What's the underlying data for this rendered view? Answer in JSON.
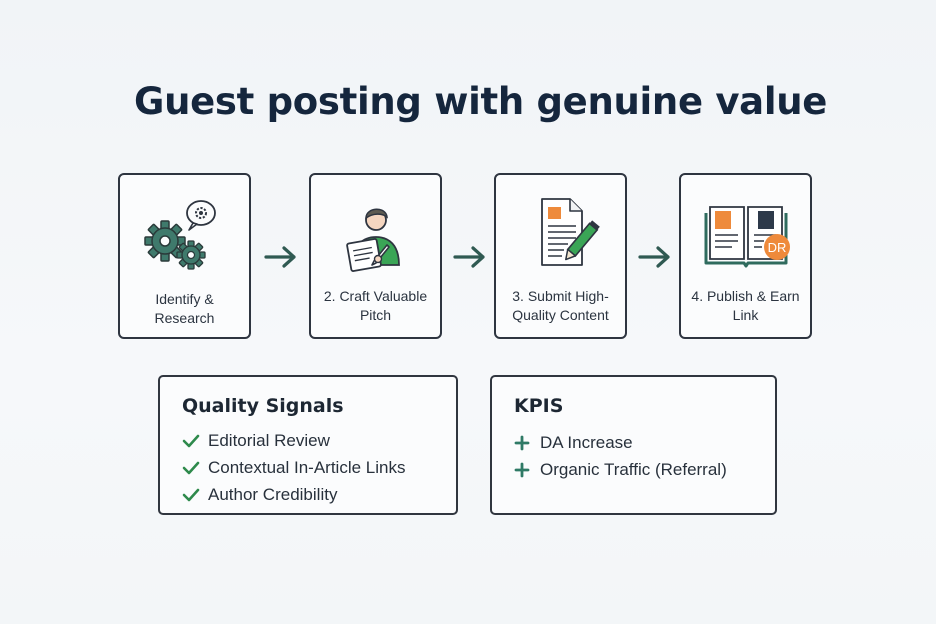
{
  "title": "Guest posting with genuine value",
  "steps": [
    {
      "label": "Identify & Research",
      "icon": "gears-thought-icon"
    },
    {
      "label": "2. Craft Valuable Pitch",
      "icon": "person-writing-icon"
    },
    {
      "label": "3. Submit High-Quality Content",
      "icon": "document-pencil-icon"
    },
    {
      "label": "4. Publish & Earn Link",
      "icon": "open-book-icon",
      "badge": "DR"
    }
  ],
  "quality_signals": {
    "heading": "Quality Signals",
    "items": [
      "Editorial Review",
      "Contextual In-Article Links",
      "Author Credibility"
    ]
  },
  "kpis": {
    "heading": "KPIS",
    "items": [
      "DA Increase",
      "Organic Traffic (Referral)"
    ]
  },
  "colors": {
    "accent_green": "#3aa556",
    "accent_orange": "#ee8a3b",
    "dark_teal": "#2f5a52",
    "outline": "#2e3540"
  }
}
